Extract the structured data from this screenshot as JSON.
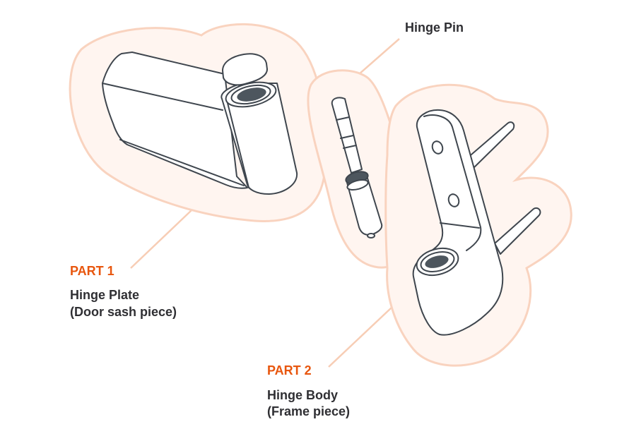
{
  "labels": {
    "pin": {
      "name": "Hinge Pin"
    },
    "part1": {
      "tag": "PART 1",
      "name": "Hinge Plate",
      "desc": "(Door sash piece)"
    },
    "part2": {
      "tag": "PART 2",
      "name": "Hinge Body",
      "desc": "(Frame piece)"
    }
  },
  "colors": {
    "accent": "#e8560e",
    "outline": "#3f464e",
    "halo": "#f9d3bf"
  }
}
